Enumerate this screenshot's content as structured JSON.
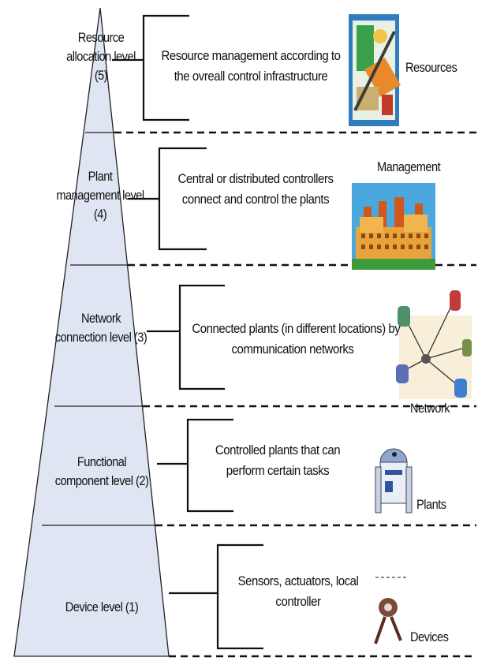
{
  "levels": [
    {
      "label": "Resource\nallocation level\n(5)",
      "description": "Resource management according to\nthe ovreall control infrastructure",
      "icon_caption": "Resources",
      "icon": "resources-collage-icon"
    },
    {
      "label": "Plant\nmanagement level\n(4)",
      "description": "Central or distributed controllers\nconnect and control the plants",
      "icon_caption": "Management",
      "icon": "factory-icon"
    },
    {
      "label": "Network\nconnection level (3)",
      "description": "Connected plants (in different locations) by\ncommunication networks",
      "icon_caption": "Network",
      "icon": "network-robots-icon"
    },
    {
      "label": "Functional\ncomponent level (2)",
      "description": "Controlled plants that can\nperform certain tasks",
      "icon_caption": "Plants",
      "icon": "robot-icon"
    },
    {
      "label": "Device level (1)",
      "description": "Sensors, actuators, local\ncontroller",
      "icon_caption": "Devices",
      "icon": "sensor-device-icon"
    }
  ],
  "colors": {
    "pyramid_fill": "#dfe5f3",
    "line": "#111111"
  }
}
